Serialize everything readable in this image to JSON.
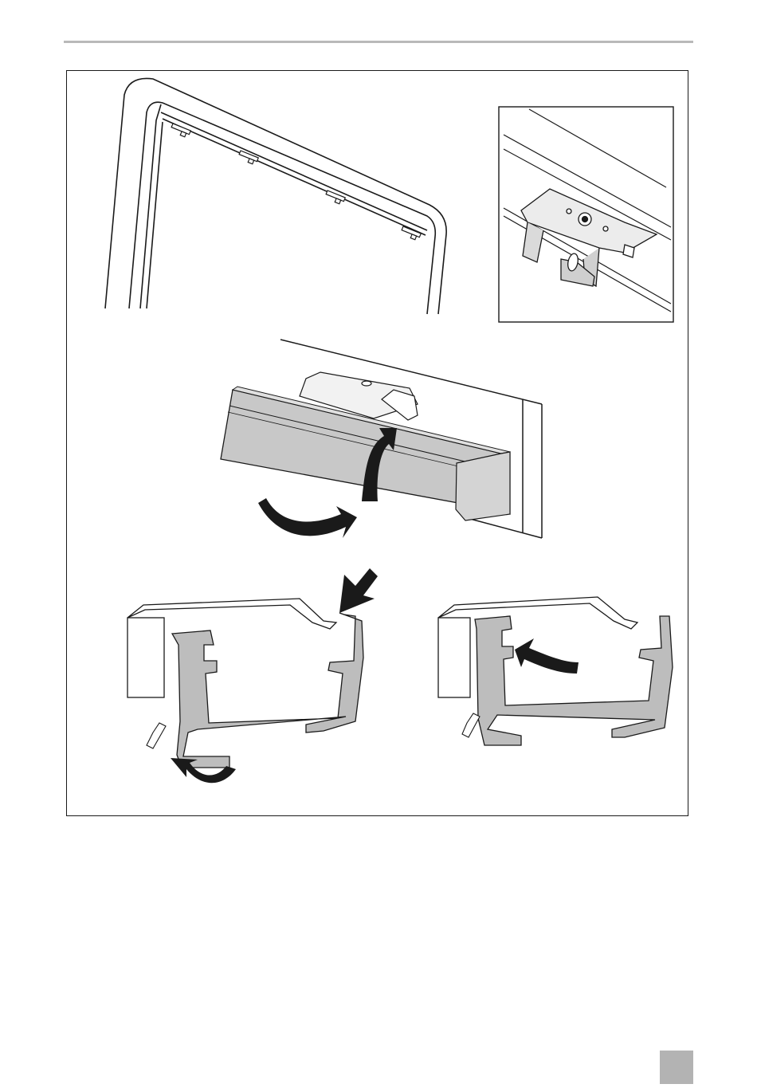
{
  "figure": {
    "colors": {
      "line": "#1a1a1a",
      "profile_fill": "#bdbdbd",
      "rail_fill": "#c8c8c8",
      "arrow": "#1a1a1a",
      "page_tab": "#b3b3b3",
      "top_rule": "#b9b9b9"
    },
    "panels": [
      "window-frame-with-clips",
      "clip-detail-inset",
      "rail-mounting-step",
      "profile-section-left",
      "profile-section-right"
    ]
  }
}
